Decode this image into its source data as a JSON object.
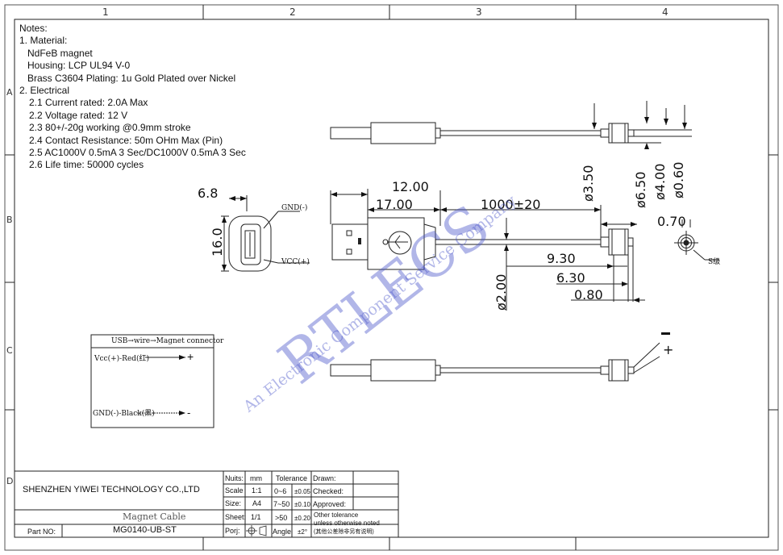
{
  "columns": [
    "1",
    "2",
    "3",
    "4"
  ],
  "rows": [
    "A",
    "B",
    "C",
    "D"
  ],
  "notes": {
    "heading": "Notes:",
    "material_title": "1. Material:",
    "material": [
      "NdFeB magnet",
      "Housing: LCP UL94 V-0",
      "Brass C3604 Plating: 1u Gold Plated over Nickel"
    ],
    "electrical_title": "2. Electrical",
    "electrical": [
      "2.1 Current rated: 2.0A Max",
      "2.2 Voltage rated: 12 V",
      "2.3 80+/-20g working @0.9mm stroke",
      "2.4 Contact Resistance: 50m OHm Max (Pin)",
      "2.5 AC1000V 0.5mA 3 Sec/DC1000V 0.5mA 3 Sec",
      "2.6 Life time: 50000 cycles"
    ]
  },
  "dimensions": {
    "d_6_8": "6.8",
    "d_16_0": "16.0",
    "d_12_00": "12.00",
    "d_17_00": "17.00",
    "d_1000": "1000±20",
    "d_0_70": "0.70",
    "d_9_30": "9.30",
    "d_6_30": "6.30",
    "d_0_80": "0.80",
    "d_2_00": "ø2.00",
    "d_3_50": "ø3.50",
    "d_6_50": "ø6.50",
    "d_4_00": "ø4.00",
    "d_0_60": "ø0.60"
  },
  "labels": {
    "gnd": "GND(-)",
    "vcc": "VCC(+)",
    "s_grade": "S级",
    "minus": "-",
    "plus": "+"
  },
  "wiring": {
    "title": "USB→wire→Magnet connector",
    "vcc_line": "Vcc(+)-Red(红)",
    "vcc_sign": "+",
    "gnd_line": "GND(-)-Black(黑)",
    "gnd_sign": "-"
  },
  "title_block": {
    "company": "SHENZHEN YIWEI TECHNOLOGY CO.,LTD",
    "product": "Magnet Cable",
    "part_no_label": "Part  NO:",
    "part_no": "MG0140-UB-ST",
    "units_label": "Nuits:",
    "units_value": "mm",
    "scale_label": "Scale",
    "scale_value": "1:1",
    "size_label": "Size:",
    "size_value": "A4",
    "sheet_label": "Sheet:",
    "sheet_value": "1/1",
    "proj_label": "Porj:",
    "tolerance_label": "Tolerance",
    "tol_rows": [
      {
        "range": "0~6",
        "tol": "±0.05"
      },
      {
        "range": "7~50",
        "tol": "±0.10"
      },
      {
        "range": ">50",
        "tol": "±0.20"
      }
    ],
    "angle_label": "Angle",
    "angle_value": "±2°",
    "drawn_label": "Drawn:",
    "checked_label": "Checked:",
    "approved_label": "Approved:",
    "other_tol": "Other tolerance",
    "unless": "unless otherwise noted",
    "chinese_note": "(其他公差除非另有说明)"
  },
  "watermark": {
    "brand": "RTLECS",
    "tagline": "An Electronic Component Service Company"
  }
}
